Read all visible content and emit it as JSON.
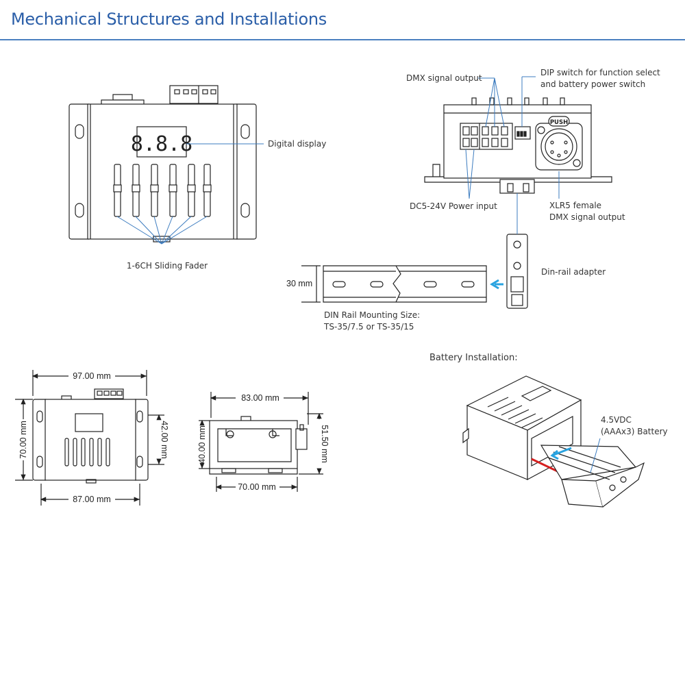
{
  "title": "Mechanical Structures and Installations",
  "colors": {
    "accent": "#2a5ea8",
    "callout": "#3b7bbf",
    "arrow": "#29a3e0",
    "battery_mark": "#d62020"
  },
  "front_view": {
    "display_digits": "8.8.8",
    "labels": {
      "digital_display": "Digital display",
      "fader": "1-6CH Sliding Fader"
    }
  },
  "side_view": {
    "labels": {
      "dmx_signal_output": "DMX signal output",
      "dip_switch_line1": "DIP switch for function select",
      "dip_switch_line2": "and battery power switch",
      "power_input": "DC5-24V Power input",
      "xlr5_line1": "XLR5 female",
      "xlr5_line2": "DMX signal output",
      "push": "PUSH",
      "din_adapter": "Din-rail adapter"
    }
  },
  "din_rail": {
    "height_label": "30 mm",
    "size_line1": "DIN Rail Mounting Size:",
    "size_line2": "TS-35/7.5 or TS-35/15"
  },
  "dimensions": {
    "front": {
      "top_width": "97.00 mm",
      "bottom_width": "87.00 mm",
      "height": "70.00 mm",
      "inner_height": "42.00 mm"
    },
    "side": {
      "top_width": "83.00 mm",
      "bottom_width": "70.00 mm",
      "height": "40.00 mm",
      "total_height": "51.50 mm"
    }
  },
  "battery": {
    "heading": "Battery Installation:",
    "line1": "4.5VDC",
    "line2": "(AAAx3) Battery"
  }
}
